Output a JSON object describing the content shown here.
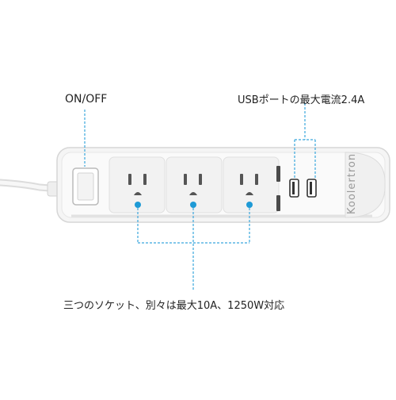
{
  "labels": {
    "on_off": "ON/OFF",
    "usb_port": "USBポートの最大電流2.4A",
    "sockets": "三つのソケット、別々は最大10A、1250W対応"
  },
  "product": {
    "brand": "Koolertron"
  },
  "colors": {
    "callout_line": "#3aa6dd",
    "callout_dot": "#1e9ad6",
    "body": "#f4f4f4",
    "outline": "#d8d8d8",
    "socket_hole": "#555555"
  },
  "icons": {
    "power_switch": "rocker-switch",
    "outlet": "ac-outlet-icon",
    "usb": "usb-port-icon"
  }
}
